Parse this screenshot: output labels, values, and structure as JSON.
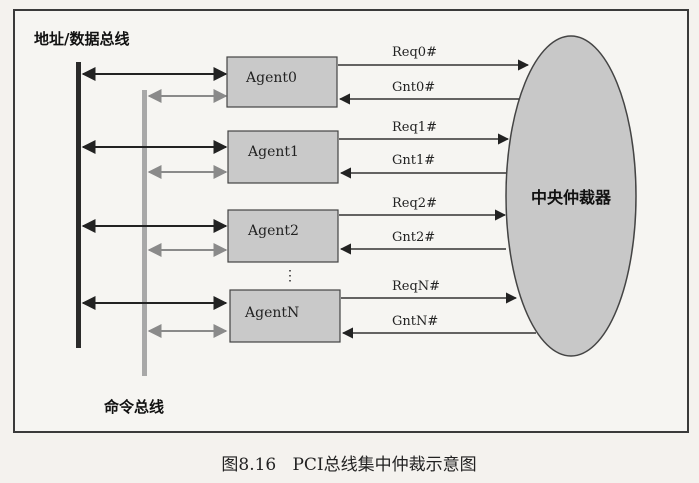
{
  "diagram": {
    "address_bus_label": "地址/数据总线",
    "command_bus_label": "命令总线",
    "arbiter_label": "中央仲裁器",
    "agents": [
      {
        "name": "Agent0",
        "req": "Req0#",
        "gnt": "Gnt0#"
      },
      {
        "name": "Agent1",
        "req": "Req1#",
        "gnt": "Gnt1#"
      },
      {
        "name": "Agent2",
        "req": "Req2#",
        "gnt": "Gnt2#"
      },
      {
        "name": "AgentN",
        "req": "ReqN#",
        "gnt": "GntN#"
      }
    ],
    "ellipsis": "⋮"
  },
  "caption": "图8.16   PCI总线集中仲裁示意图",
  "colors": {
    "frame": "#3a3a3a",
    "address_bus": "#2a2a2a",
    "command_bus": "#a8a8a8",
    "agent_fill": "#c9c9c9",
    "arbiter_fill": "#c8c8c8"
  }
}
